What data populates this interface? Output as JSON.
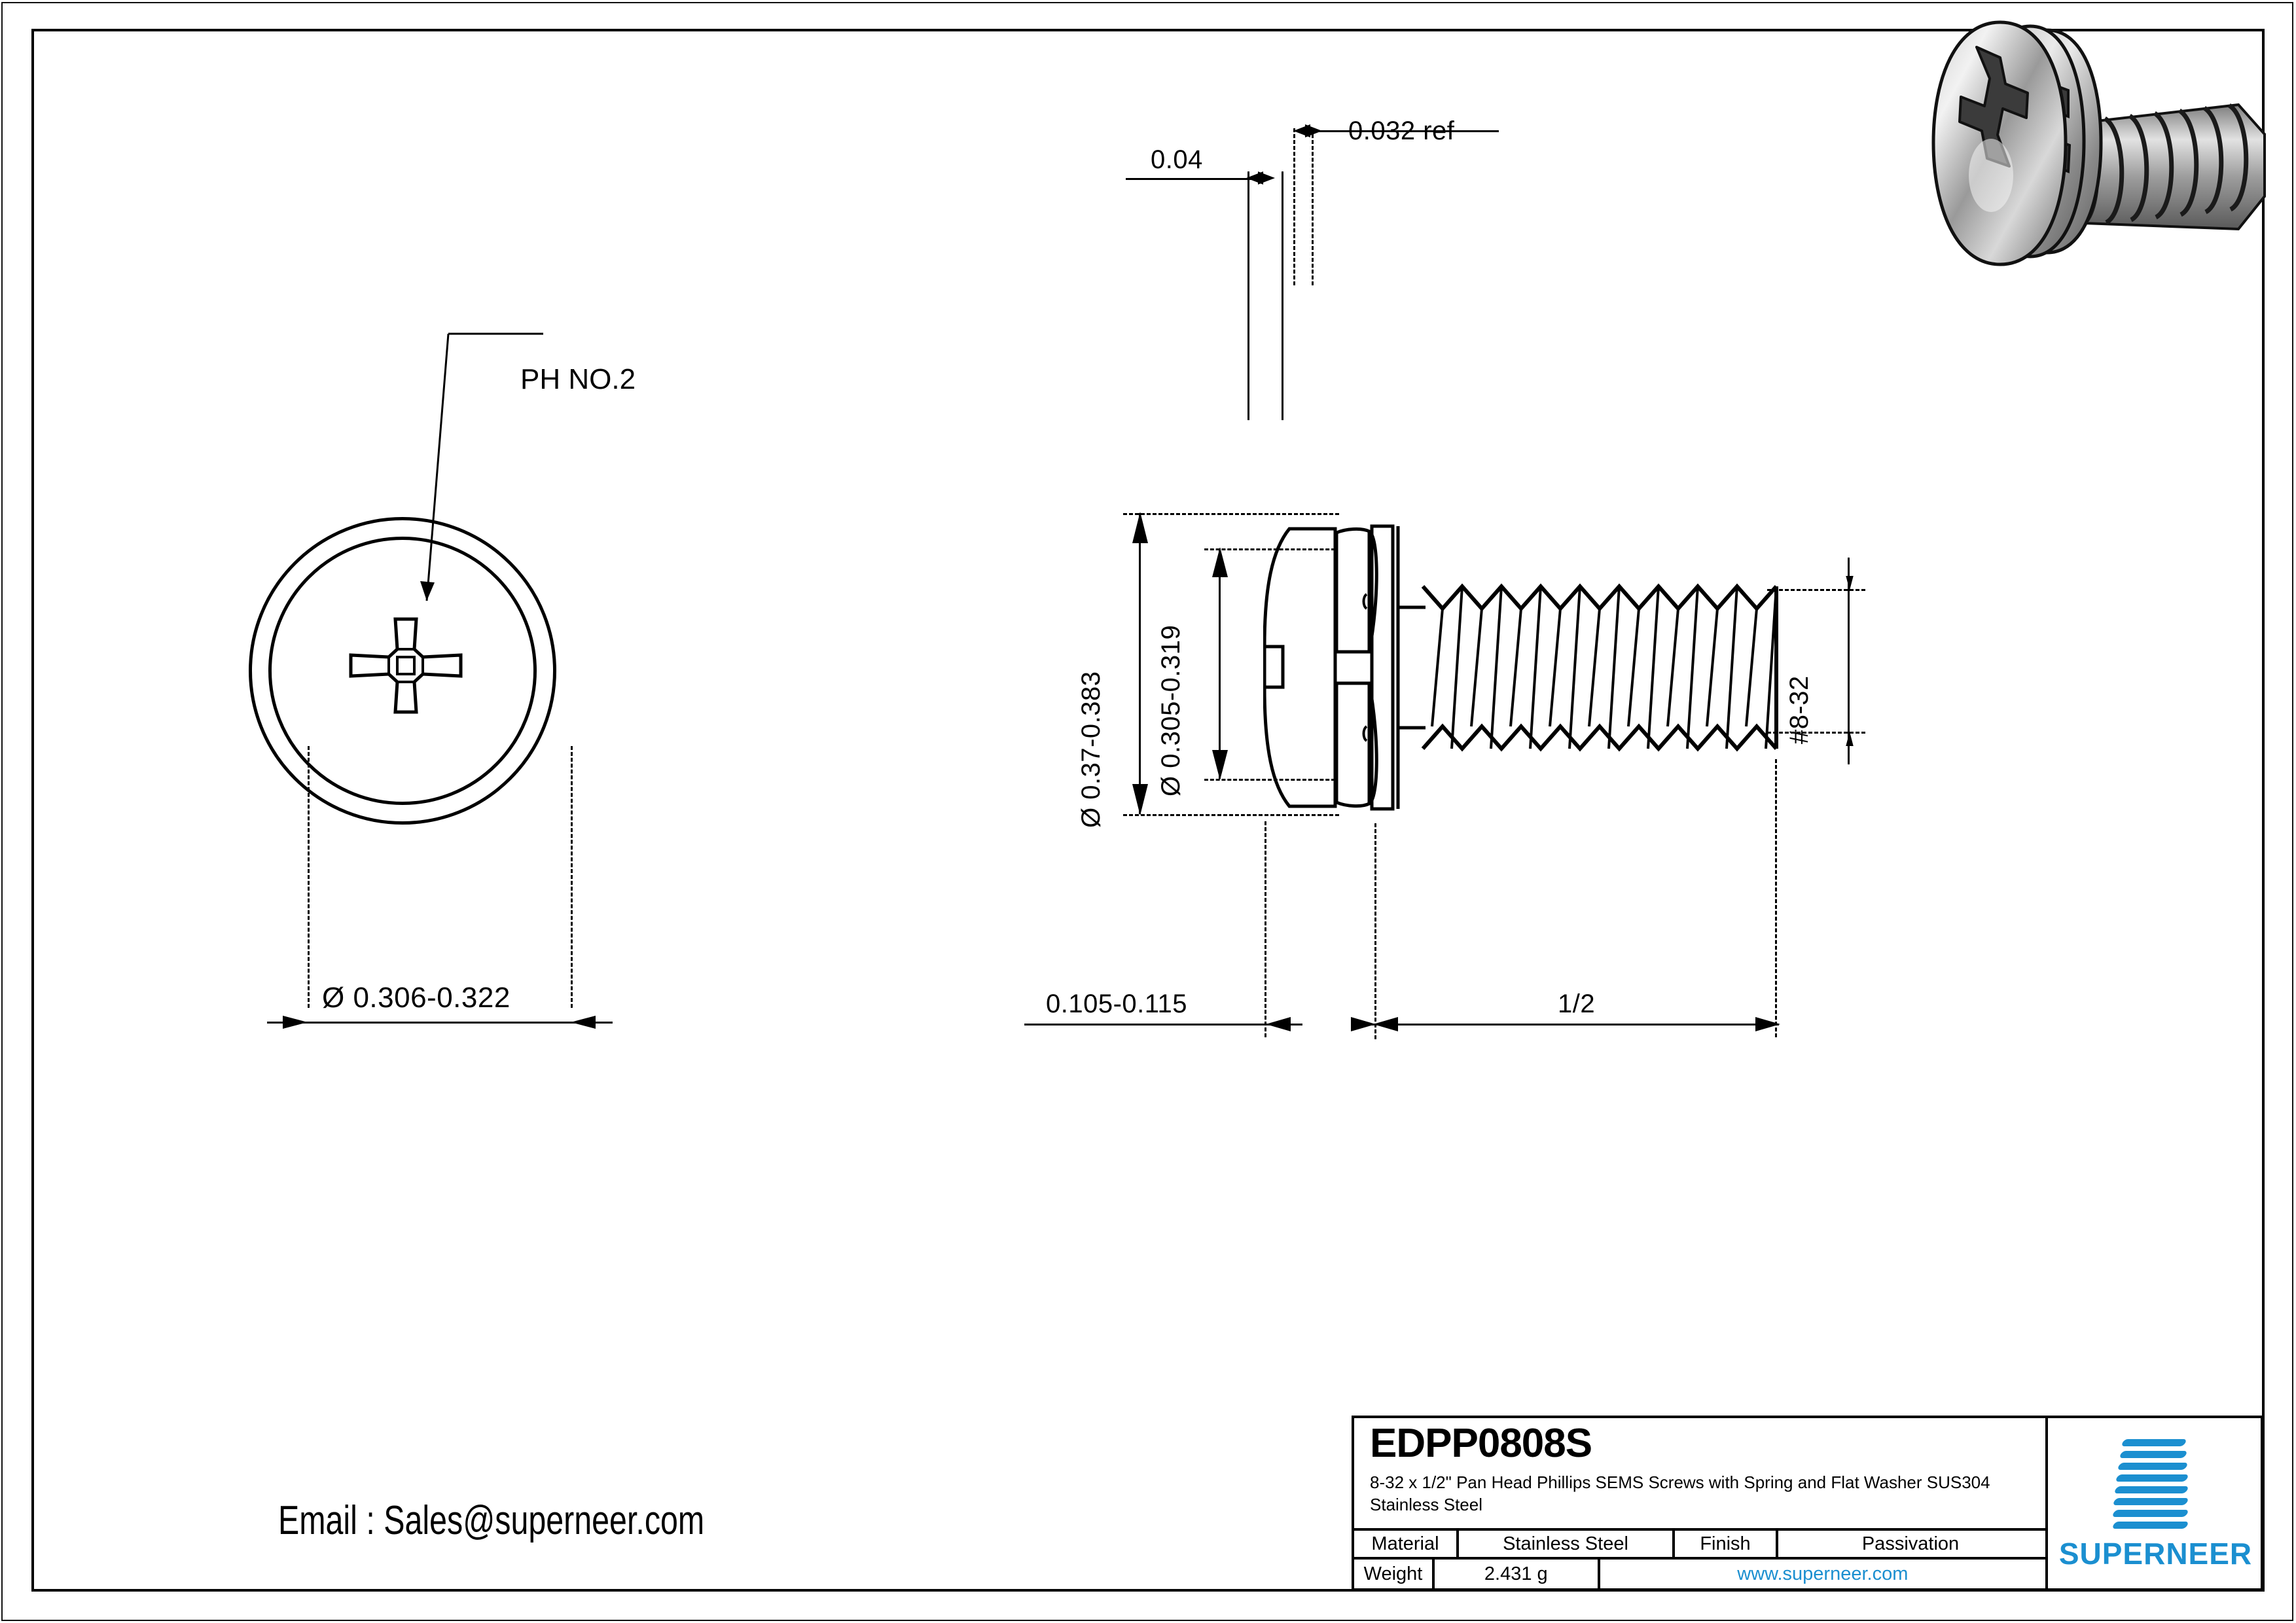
{
  "drawing": {
    "end_view": {
      "recess_callout": "PH NO.2",
      "head_diameter_dim": "Ø 0.306-0.322"
    },
    "side_view": {
      "dims": {
        "washer_thickness": "0.032 ref",
        "spring_washer_thickness": "0.04",
        "flat_washer_diameter": "Ø 0.37-0.383",
        "head_diameter": "Ø 0.305-0.319",
        "thread_size": "#8-32",
        "head_height": "0.105-0.115",
        "thread_length": "1/2"
      }
    }
  },
  "contact": {
    "email_line": "Email : Sales@superneer.com"
  },
  "title_block": {
    "part_number": "EDPP0808S",
    "description": "8-32 x 1/2\" Pan Head Phillips SEMS Screws with Spring and Flat Washer SUS304 Stainless Steel",
    "material_label": "Material",
    "material_value": "Stainless Steel",
    "finish_label": "Finish",
    "finish_value": "Passivation",
    "weight_label": "Weight",
    "weight_value": "2.431 g",
    "website": "www.superneer.com",
    "brand": "SUPERNEER",
    "brand_color": "#1b8fd0"
  }
}
